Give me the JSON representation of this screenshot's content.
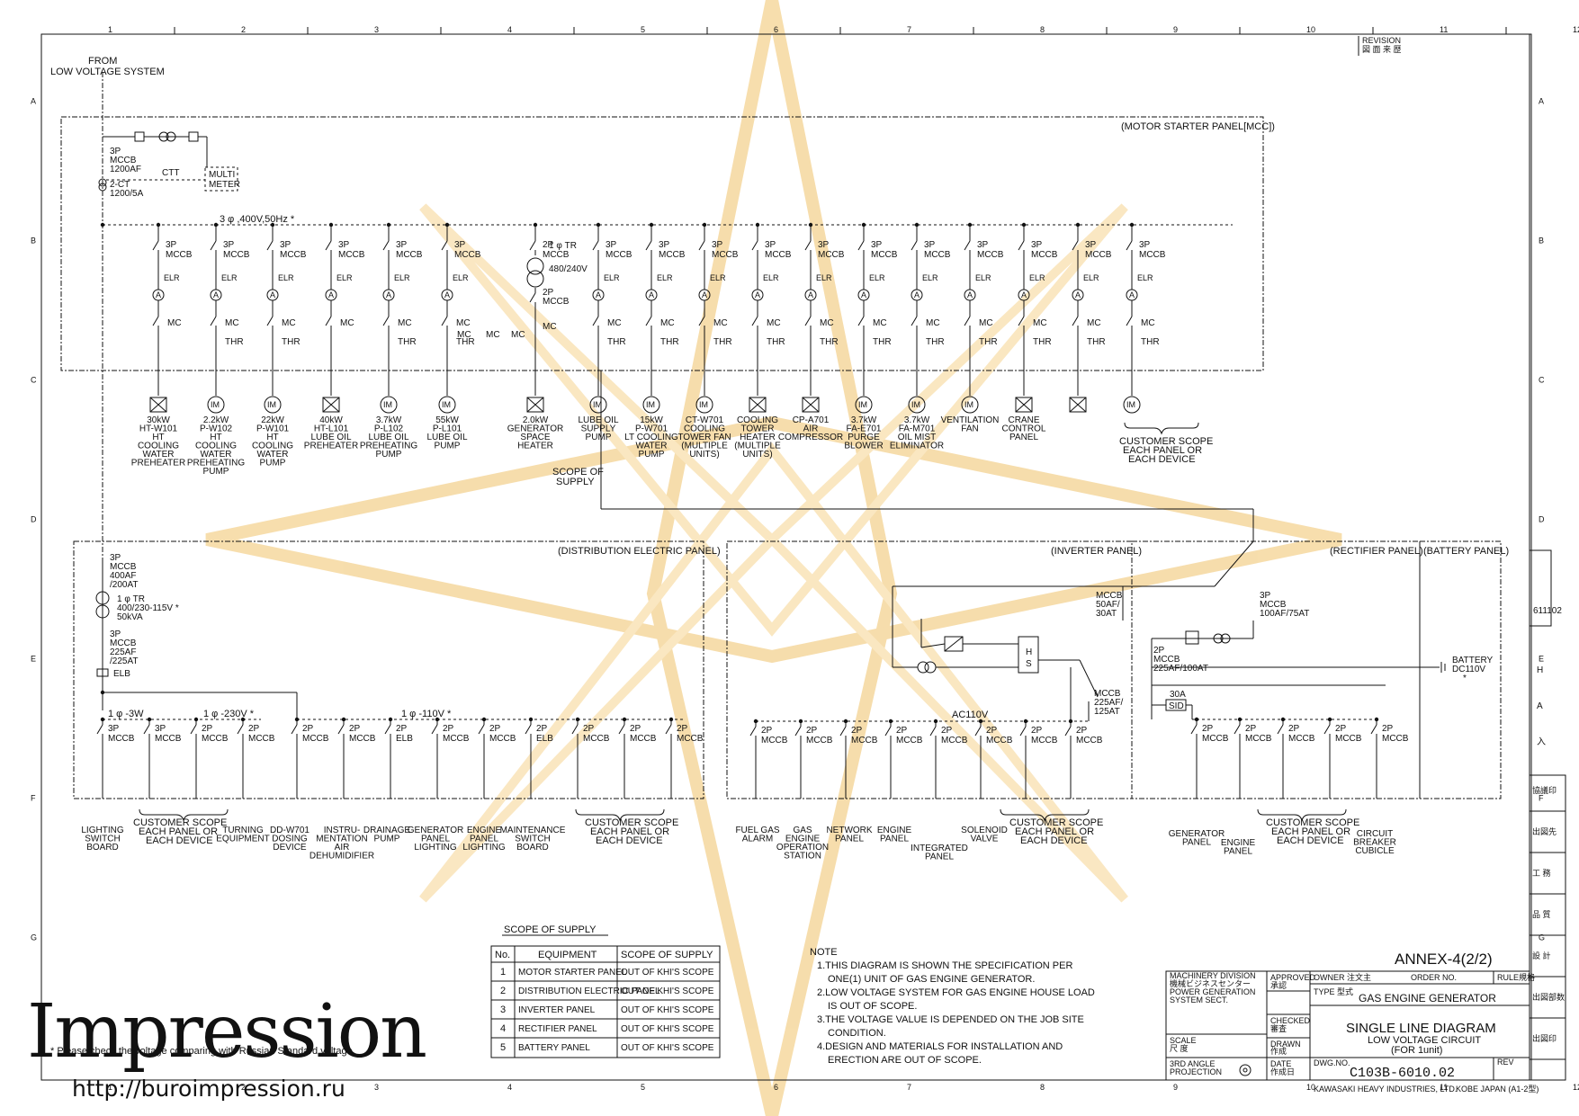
{
  "colors": {
    "line": "#111111",
    "watermark_star": "#f0c26a",
    "background": "#ffffff"
  },
  "grid": {
    "cols": [
      "1",
      "2",
      "3",
      "4",
      "5",
      "6",
      "7",
      "8",
      "9",
      "10",
      "11",
      "12"
    ],
    "rows": [
      "A",
      "B",
      "C",
      "D",
      "E",
      "F",
      "G"
    ],
    "right_rows": [
      "H",
      "A",
      "入"
    ]
  },
  "source": {
    "line1": "FROM",
    "line2": "LOW VOLTAGE SYSTEM"
  },
  "revision": {
    "line1": "REVISION",
    "line2": "図 面 来 歴"
  },
  "mcc": {
    "title": "(MOTOR STARTER PANEL[MCC])",
    "bus": "3 φ ,400V,50Hz *",
    "incomer": [
      "3P",
      "MCCB",
      "1200AF"
    ],
    "ct": [
      "2-CT",
      "1200/5A"
    ],
    "ctt": "CTT",
    "meter": [
      "MULTI",
      "METER"
    ],
    "feeders": [
      {
        "breaker": "3P MCCB",
        "load": [
          "30kW",
          "HT-W101",
          "HT",
          "COOLING",
          "WATER",
          "PREHEATER"
        ]
      },
      {
        "breaker": "3P MCCB",
        "load": [
          "2.2kW",
          "P-W102",
          "HT",
          "COOLING",
          "WATER",
          "PREHEATING",
          "PUMP"
        ]
      },
      {
        "breaker": "3P MCCB",
        "load": [
          "22kW",
          "P-W101",
          "HT",
          "COOLING",
          "WATER",
          "PUMP"
        ]
      },
      {
        "breaker": "3P MCCB",
        "load": [
          "40kW",
          "HT-L101",
          "LUBE OIL",
          "PREHEATER"
        ]
      },
      {
        "breaker": "3P MCCB",
        "load": [
          "3.7kW",
          "P-L102",
          "LUBE OIL",
          "PREHEATING",
          "PUMP"
        ]
      },
      {
        "breaker": "3P MCCB",
        "load": [
          "55kW",
          "P-L101",
          "LUBE OIL",
          "PUMP"
        ]
      },
      {
        "breaker": "2P MCCB",
        "load": [
          "2.0kW",
          "GENERATOR",
          "SPACE",
          "HEATER"
        ]
      },
      {
        "breaker": "3P MCCB",
        "load": [
          "LUBE OIL",
          "SUPPLY",
          "PUMP"
        ]
      },
      {
        "breaker": "3P MCCB",
        "load": [
          "15kW",
          "P-W701",
          "LT COOLING",
          "WATER",
          "PUMP"
        ]
      },
      {
        "breaker": "3P MCCB",
        "load": [
          "CT-W701",
          "COOLING",
          "TOWER FAN",
          "(MULTIPLE",
          "UNITS)"
        ]
      },
      {
        "breaker": "3P MCCB",
        "load": [
          "COOLING",
          "TOWER",
          "HEATER",
          "(MULTIPLE",
          "UNITS)"
        ]
      },
      {
        "breaker": "3P MCCB",
        "load": [
          "CP-A701",
          "AIR",
          "COMPRESSOR"
        ]
      },
      {
        "breaker": "3P MCCB",
        "load": [
          "3.7kW",
          "FA-E701",
          "PURGE",
          "BLOWER"
        ]
      },
      {
        "breaker": "3P MCCB",
        "load": [
          "3.7kW",
          "FA-M701",
          "OIL MIST",
          "ELIMINATOR"
        ]
      },
      {
        "breaker": "3P MCCB",
        "load": [
          "VENTILATION",
          "FAN"
        ]
      },
      {
        "breaker": "3P MCCB",
        "load": [
          "CRANE",
          "CONTROL",
          "PANEL"
        ]
      },
      {
        "breaker": "3P MCCB",
        "load": []
      },
      {
        "breaker": "3P MCCB",
        "load": []
      }
    ],
    "tr_heater": [
      "1 φ TR",
      "480/240V"
    ],
    "scope_of_supply": [
      "SCOPE OF",
      "SUPPLY"
    ],
    "customer_scope": [
      "CUSTOMER SCOPE",
      "EACH PANEL OR",
      "EACH DEVICE"
    ],
    "labels": {
      "mc": "MC",
      "thr": "THR",
      "ammeter": "A",
      "motor": "IM",
      "elr": "ELR"
    }
  },
  "dist": {
    "title": "(DISTRIBUTION ELECTRIC PANEL)",
    "incomer": [
      "3P",
      "MCCB",
      "400AF",
      "/200AT"
    ],
    "tr": [
      "1 φ TR",
      "400/230-115V *",
      "50kVA"
    ],
    "second": [
      "3P",
      "MCCB",
      "225AF",
      "/225AT"
    ],
    "elb": "ELB",
    "bus1": "1 φ -3W",
    "bus2": "1 φ -230V *",
    "bus3": "1 φ -110V *",
    "breakers": [
      "3P MCCB",
      "3P MCCB",
      "2P MCCB",
      "2P MCCB",
      "2P MCCB",
      "2P MCCB",
      "2P ELB",
      "2P MCCB",
      "2P MCCB",
      "2P ELB",
      "2P MCCB",
      "2P MCCB",
      "2P MCCB"
    ],
    "loads": [
      [
        "LIGHTING",
        "SWITCH",
        "BOARD"
      ],
      [
        "TURNING",
        "EQUIPMENT"
      ],
      [
        "DD-W701",
        "DOSING",
        "DEVICE"
      ],
      [
        "INSTRU-",
        "MENTATION",
        "AIR",
        "DEHUMIDIFIER"
      ],
      [
        "DRAINAGE",
        "PUMP"
      ],
      [
        "GENERATOR",
        "PANEL",
        "LIGHTING"
      ],
      [
        "ENGINE",
        "PANEL",
        "LIGHTING"
      ],
      [
        "MAINTENANCE",
        "SWITCH",
        "BOARD"
      ]
    ],
    "customer_scope": [
      "CUSTOMER SCOPE",
      "EACH PANEL OR",
      "EACH DEVICE"
    ]
  },
  "inverter": {
    "title": "(INVERTER PANEL)",
    "mccb_in": [
      "MCCB",
      "50AF/",
      "30AT"
    ],
    "mccb_out": [
      "MCCB",
      "225AF/",
      "125AT"
    ],
    "hs": [
      "H",
      "S"
    ],
    "bus": "AC110V",
    "breakers": [
      "2P MCCB",
      "2P MCCB",
      "2P MCCB",
      "2P MCCB",
      "2P MCCB",
      "2P MCCB",
      "2P MCCB",
      "2P MCCB"
    ],
    "loads": [
      [
        "FUEL GAS",
        "ALARM"
      ],
      [
        "GAS",
        "ENGINE",
        "OPERATION",
        "STATION"
      ],
      [
        "NETWORK",
        "PANEL"
      ],
      [
        "ENGINE",
        "PANEL"
      ],
      [
        "INTEGRATED",
        "PANEL"
      ],
      [
        "SOLENOID",
        "VALVE"
      ]
    ],
    "customer_scope": [
      "CUSTOMER SCOPE",
      "EACH PANEL OR",
      "EACH DEVICE"
    ]
  },
  "rectifier": {
    "title": "(RECTIFIER PANEL)",
    "mccb_in": [
      "3P",
      "MCCB",
      "100AF/75AT"
    ],
    "mccb_out": [
      "2P",
      "MCCB",
      "225AF/100AT"
    ],
    "sid": [
      "30A",
      "SID"
    ],
    "breakers": [
      "2P MCCB",
      "2P MCCB",
      "2P MCCB",
      "2P MCCB",
      "2P MCCB"
    ],
    "loads": [
      [
        "GENERATOR",
        "PANEL"
      ],
      [
        "ENGINE",
        "PANEL"
      ],
      [
        "CIRCUIT",
        "BREAKER",
        "CUBICLE"
      ]
    ],
    "customer_scope": [
      "CUSTOMER SCOPE",
      "EACH PANEL OR",
      "EACH DEVICE"
    ]
  },
  "battery": {
    "title": "(BATTERY PANEL)",
    "label": [
      "BATTERY",
      "DC110V",
      "*"
    ]
  },
  "scope_table": {
    "title": "SCOPE OF SUPPLY",
    "headers": [
      "No.",
      "EQUIPMENT",
      "SCOPE OF SUPPLY"
    ],
    "rows": [
      [
        "1",
        "MOTOR STARTER PANEL",
        "OUT OF KHI'S SCOPE"
      ],
      [
        "2",
        "DISTRIBUTION ELECTRIC PANEL",
        "OUT OF KHI'S SCOPE"
      ],
      [
        "3",
        "INVERTER PANEL",
        "OUT OF KHI'S SCOPE"
      ],
      [
        "4",
        "RECTIFIER PANEL",
        "OUT OF KHI'S SCOPE"
      ],
      [
        "5",
        "BATTERY PANEL",
        "OUT OF KHI'S SCOPE"
      ]
    ]
  },
  "note": {
    "title": "NOTE",
    "lines": [
      "1.THIS DIAGRAM IS SHOWN THE SPECIFICATION PER",
      "ONE(1) UNIT OF GAS ENGINE GENERATOR.",
      "2.LOW VOLTAGE SYSTEM FOR GAS ENGINE HOUSE LOAD",
      "IS OUT OF SCOPE.",
      "3.THE VOLTAGE VALUE IS DEPENDED ON THE JOB SITE",
      "CONDITION.",
      "4.DESIGN AND MATERIALS FOR INSTALLATION AND",
      "ERECTION ARE OUT OF SCOPE."
    ],
    "footnote": "* Please check the voltage comparing with Russian Standard voltage."
  },
  "title_block": {
    "annex": "ANNEX-4(2/2)",
    "owner": "OWNER 注文主",
    "order": "ORDER NO.",
    "rule": "RULE規格",
    "type": "TYPE 型式",
    "product": "GAS ENGINE GENERATOR",
    "title": "SINGLE LINE DIAGRAM",
    "subtitle1": "LOW VOLTAGE CIRCUIT",
    "subtitle2": "(FOR 1unit)",
    "dwg_label": "DWG.NO.",
    "dwg_no": "C103B-6010.02",
    "rev_label": "REV",
    "company": "KAWASAKI HEAVY INDUSTRIES, LTD.",
    "location": "KOBE JAPAN (A1-2型)",
    "division": [
      "MACHINERY DIVISION",
      "機械ビジネスセンター",
      "POWER GENERATION",
      "SYSTEM SECT."
    ],
    "approved": [
      "APPROVED",
      "承認"
    ],
    "checked": [
      "CHECKED",
      "審査"
    ],
    "drawn": [
      "DRAWN",
      "作成"
    ],
    "scale": [
      "SCALE",
      "尺 度"
    ],
    "projection": [
      "3RD ANGLE",
      "PROJECTION"
    ],
    "date": [
      "DATE",
      "作成日"
    ]
  },
  "side_block": {
    "code": "611102",
    "items": [
      "協議印",
      "出図先",
      "工 務",
      "品 質",
      "設 計",
      "出図部数",
      "出図印"
    ]
  },
  "watermark": {
    "brand": "Impression",
    "url": "http://buroimpression.ru"
  }
}
